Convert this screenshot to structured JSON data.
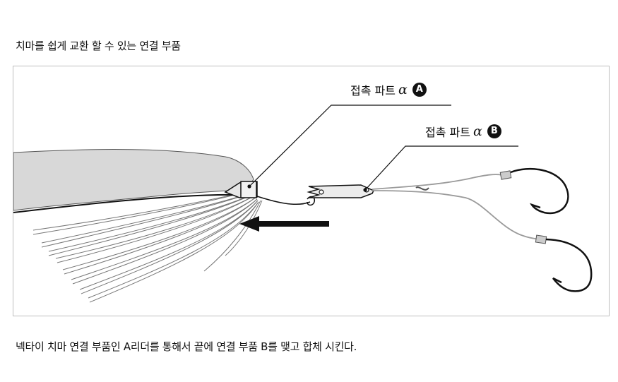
{
  "heading": "치마를 쉽게 교환 할 수 있는 연결 부품",
  "callout_a": {
    "label": "접촉 파트",
    "symbol": "α",
    "badge": "A"
  },
  "callout_b": {
    "label": "접촉 파트",
    "symbol": "α",
    "badge": "B"
  },
  "caption": "넥타이 치마 연결 부품인 A리더를 통해서 끝에 연결 부품 B를 맺고 합체 시킨다.",
  "colors": {
    "line": "#111111",
    "skirt_fill": "#d8d8d8",
    "leader": "#9a9a9a",
    "frame": "#bdbdbd"
  }
}
